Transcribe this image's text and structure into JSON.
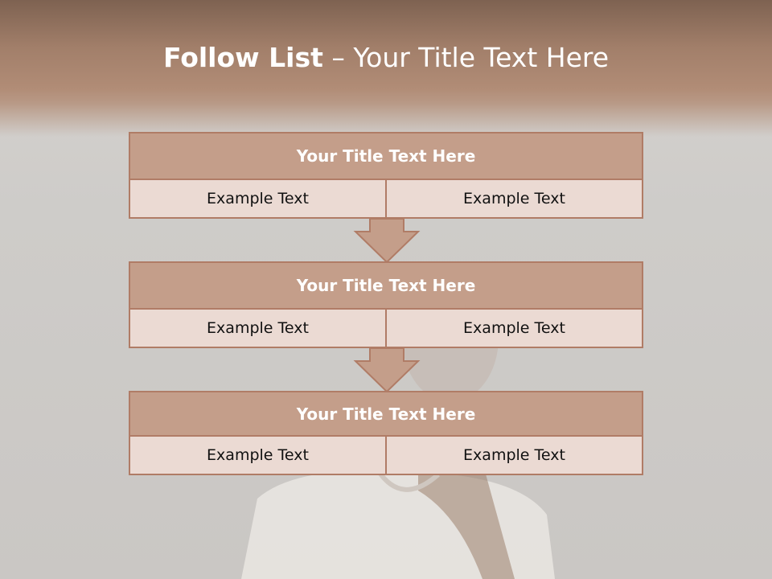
{
  "slide": {
    "title_bold": "Follow List",
    "title_rest": " – Your Title Text Here"
  },
  "steps": [
    {
      "title": "Your Title Text Here",
      "left": "Example Text",
      "right": "Example Text"
    },
    {
      "title": "Your Title Text Here",
      "left": "Example Text",
      "right": "Example Text"
    },
    {
      "title": "Your Title Text Here",
      "left": "Example Text",
      "right": "Example Text"
    }
  ],
  "colors": {
    "accent": "#c49e8a",
    "border": "#b07c66",
    "cell_fill": "#ebdad3",
    "header_band": "#a27f6a"
  }
}
